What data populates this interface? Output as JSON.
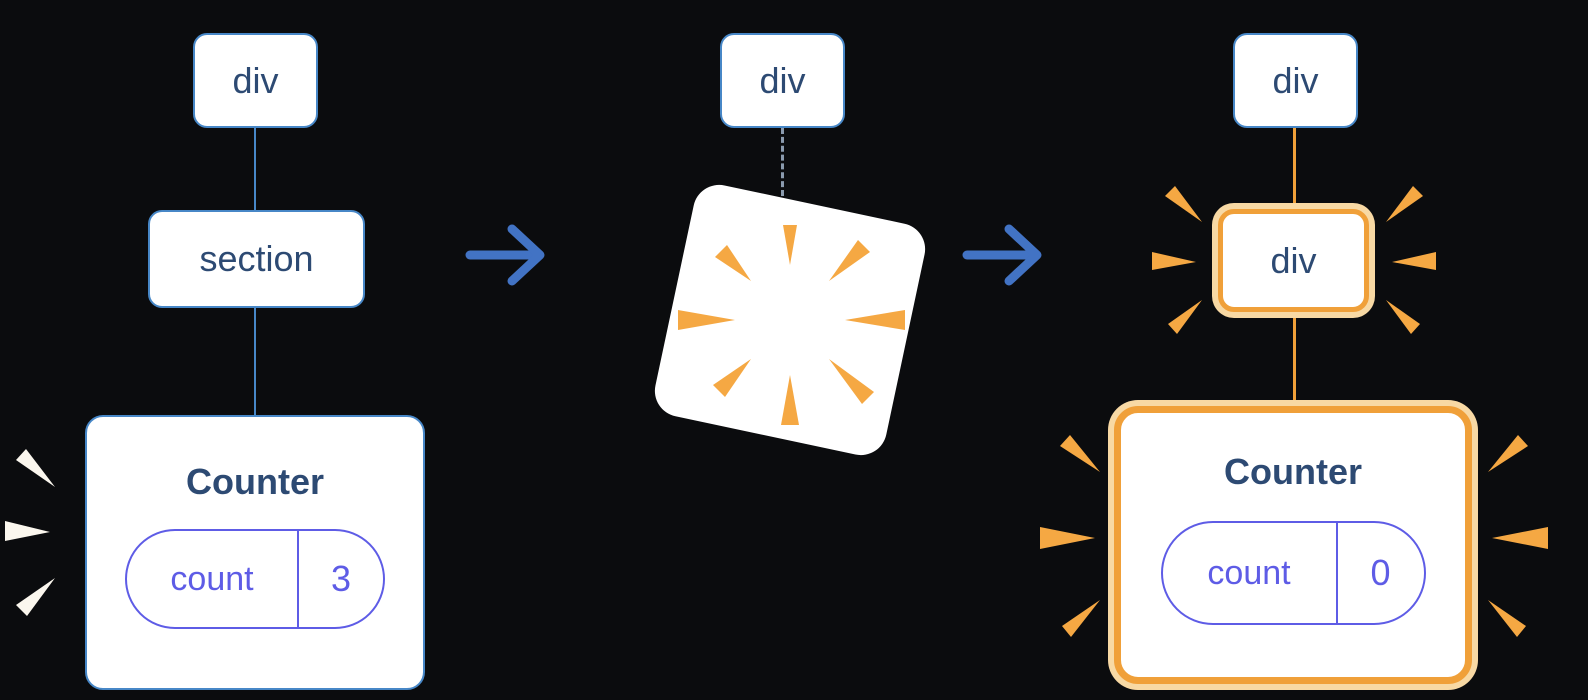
{
  "left_tree": {
    "root": "div",
    "child": "section",
    "component": {
      "title": "Counter",
      "state_label": "count",
      "state_value": "3"
    }
  },
  "middle_tree": {
    "root": "div"
  },
  "right_tree": {
    "root": "div",
    "child": "div",
    "component": {
      "title": "Counter",
      "state_label": "count",
      "state_value": "0"
    }
  },
  "icons": {
    "arrow": "right-arrow-icon",
    "poof": "poof-burst-icon",
    "sparkle": "burst-mark-icon"
  },
  "colors": {
    "background": "#0b0c0e",
    "node_border_blue": "#4787c7",
    "node_text_navy": "#2d4a73",
    "state_pill_purple": "#5e5ce6",
    "arrow_blue": "#4273c4",
    "dashed_connector": "#8a9aad",
    "highlight_orange": "#f0a039",
    "highlight_orange_light": "#f8d9a4",
    "burst_orange": "#f5a843",
    "burst_white": "#fbf7ee"
  }
}
